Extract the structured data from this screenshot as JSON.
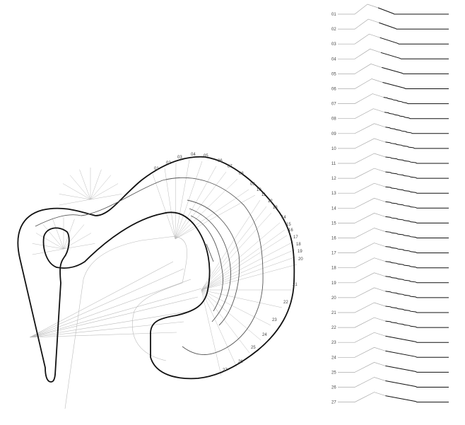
{
  "plan_labels": [
    "01",
    "02",
    "03",
    "04",
    "05",
    "06",
    "07",
    "08",
    "09",
    "10",
    "11",
    "12",
    "13",
    "14",
    "15",
    "16",
    "17",
    "18",
    "19",
    "20",
    "21",
    "22",
    "23",
    "24",
    "25",
    "26",
    "27"
  ],
  "section_labels": [
    "01",
    "02",
    "03",
    "04",
    "05",
    "06",
    "07",
    "08",
    "09",
    "10",
    "11",
    "12",
    "13",
    "14",
    "15",
    "16",
    "17",
    "18",
    "19",
    "20",
    "21",
    "22",
    "23",
    "24",
    "25",
    "26",
    "27"
  ],
  "colors": {
    "thick": "#111111",
    "thin": "#aaaaaa",
    "mid": "#666666"
  }
}
